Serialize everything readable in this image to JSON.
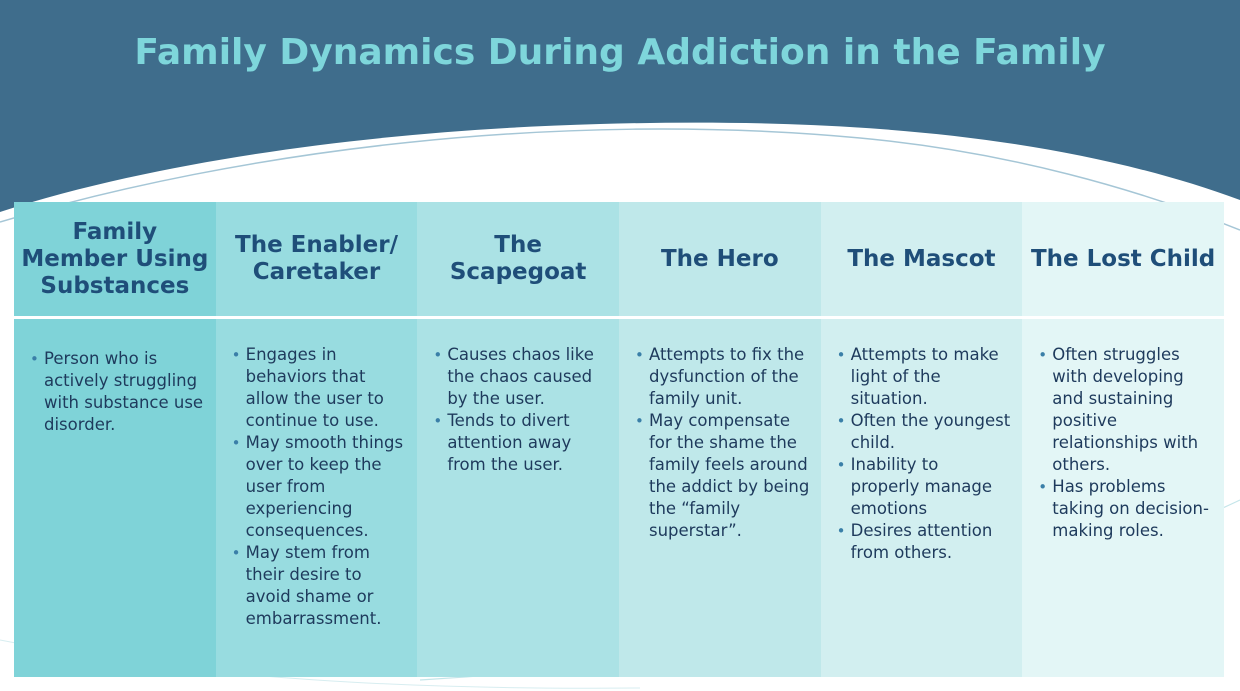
{
  "title": "Family Dynamics During Addiction in the Family",
  "colors": {
    "banner": "#3f6d8c",
    "title": "#7ed6db",
    "header_text": "#1f4e79",
    "body_text": "#1e3a5c",
    "columns": [
      "#7fd3d8",
      "#98dce0",
      "#abe2e5",
      "#bfe8ea",
      "#d2eff0",
      "#e3f6f6"
    ]
  },
  "columns": [
    {
      "heading": "Family Member Using Substances",
      "items": [
        "Person who is actively struggling with substance use disorder."
      ]
    },
    {
      "heading": "The Enabler/ Caretaker",
      "items": [
        "Engages in behaviors that allow the user to continue to use.",
        "May smooth things over to keep the user from experiencing consequences.",
        "May stem from their desire to avoid shame or embarrassment."
      ]
    },
    {
      "heading": "The Scapegoat",
      "items": [
        "Causes chaos like the chaos caused by the user.",
        "Tends to divert attention away from the user."
      ]
    },
    {
      "heading": "The Hero",
      "items": [
        "Attempts to fix the dysfunction of the family unit.",
        "May compensate for the shame the family feels around the addict by being the “family superstar”."
      ]
    },
    {
      "heading": "The Mascot",
      "items": [
        "Attempts to make light of the situation.",
        "Often the youngest child.",
        "Inability to properly manage emotions",
        "Desires attention from others."
      ]
    },
    {
      "heading": "The Lost Child",
      "items": [
        "Often struggles with developing and sustaining positive relationships with others.",
        "Has problems taking on decision-making roles."
      ]
    }
  ]
}
